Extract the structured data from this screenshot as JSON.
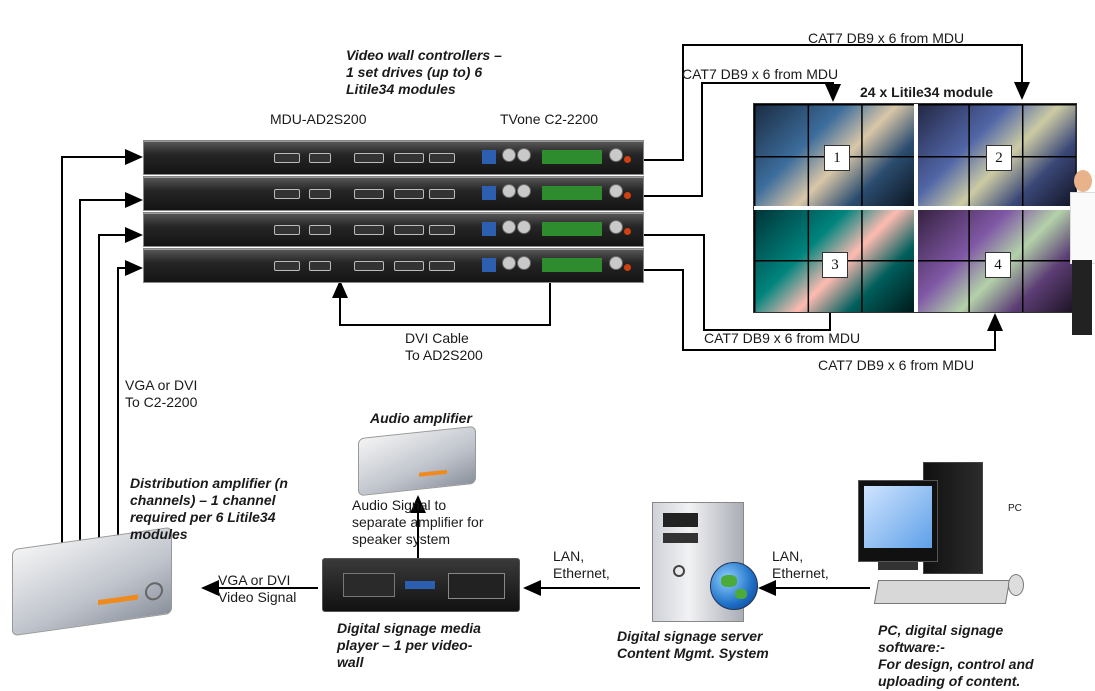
{
  "labels": {
    "controllers_title": "Video wall controllers –\n1 set drives (up to) 6\nLitile34 modules",
    "mdu": "MDU-AD2S200",
    "tvone": "TVone C2-2200",
    "cat7_top1": "CAT7 DB9 x 6 from MDU",
    "cat7_top2": "CAT7 DB9 x 6 from MDU",
    "wall_title": "24 x Litile34 module",
    "cat7_bot1": "CAT7 DB9 x 6 from MDU",
    "cat7_bot2": "CAT7 DB9 x 6 from MDU",
    "dvi_cable": "DVI Cable\nTo AD2S200",
    "vga_dvi_c2": "VGA or DVI\nTo C2-2200",
    "audio_amp": "Audio amplifier",
    "audio_signal": "Audio Signal to\nseparate amplifier for\nspeaker system",
    "distribution": "Distribution amplifier (n\nchannels) – 1 channel\nrequired per 6 Litile34\nmodules",
    "vga_dvi_video": "VGA or DVI\nVideo Signal",
    "lan1": "LAN,\nEthernet,",
    "lan2": "LAN,\nEthernet,",
    "media_player": "Digital signage media\nplayer – 1 per video-\nwall",
    "server": "Digital signage server\nContent Mgmt. System",
    "pc_desc": "PC, digital  signage\nsoftware:-\nFor design, control and\nuploading of content.",
    "pc_tag": "PC"
  },
  "quadrants": [
    "1",
    "2",
    "3",
    "4"
  ]
}
